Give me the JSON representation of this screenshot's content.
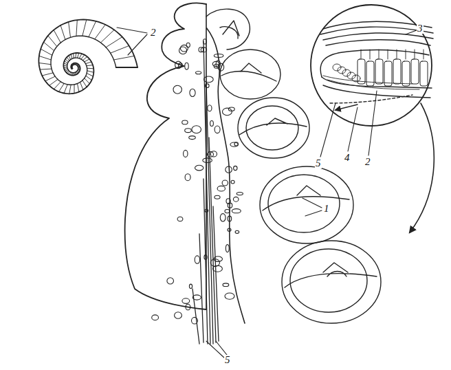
{
  "diagram": {
    "labels": [
      "2",
      "3",
      "5",
      "4",
      "2",
      "1",
      "5"
    ]
  }
}
